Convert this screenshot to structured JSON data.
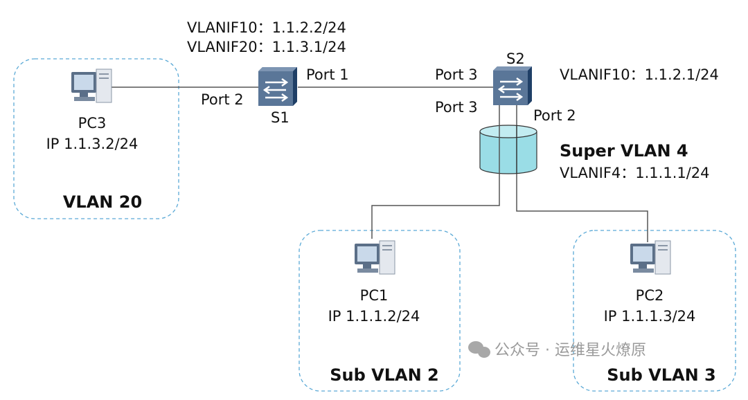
{
  "s1": {
    "label": "S1",
    "vlanif10": "VLANIF10：1.1.2.2/24",
    "vlanif20": "VLANIF20：1.1.3.1/24",
    "port1": "Port 1",
    "port2": "Port 2"
  },
  "s2": {
    "label": "S2",
    "vlanif10": "VLANIF10：1.1.2.1/24",
    "port3_top": "Port 3",
    "port3_bottom": "Port 3",
    "port2": "Port 2"
  },
  "super_vlan": {
    "title": "Super VLAN 4",
    "vlanif": "VLANIF4：1.1.1.1/24"
  },
  "vlan20": {
    "title": "VLAN 20",
    "pc": "PC3",
    "ip": "IP 1.1.3.2/24"
  },
  "sub_vlan2": {
    "title": "Sub VLAN 2",
    "pc": "PC1",
    "ip": "IP 1.1.1.2/24"
  },
  "sub_vlan3": {
    "title": "Sub VLAN 3",
    "pc": "PC2",
    "ip": "IP 1.1.1.3/24"
  },
  "watermark": "公众号 · 运维星火燎原",
  "colors": {
    "switch": "#4a6a8e",
    "cylinder": "#9adde6",
    "box_border": "#5aa9d6"
  }
}
